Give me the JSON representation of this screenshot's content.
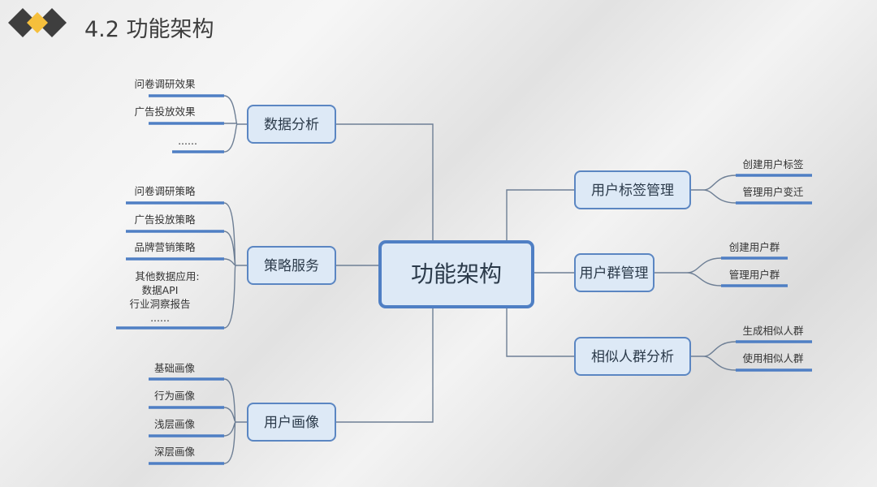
{
  "title": "4.2 功能架构",
  "center": "功能架构",
  "left": [
    {
      "label": "数据分析",
      "leaves": [
        "问卷调研效果",
        "广告投放效果",
        "......"
      ]
    },
    {
      "label": "策略服务",
      "leaves": [
        "问卷调研策略",
        "广告投放策略",
        "品牌营销策略"
      ],
      "multi": [
        "其他数据应用:",
        "数据API",
        "行业洞察报告",
        "......"
      ]
    },
    {
      "label": "用户画像",
      "leaves": [
        "基础画像",
        "行为画像",
        "浅层画像",
        "深层画像"
      ]
    }
  ],
  "right": [
    {
      "label": "用户标签管理",
      "leaves": [
        "创建用户标签",
        "管理用户变迁"
      ]
    },
    {
      "label": "用户群管理",
      "leaves": [
        "创建用户群",
        "管理用户群"
      ]
    },
    {
      "label": "相似人群分析",
      "leaves": [
        "生成相似人群",
        "使用相似人群"
      ]
    }
  ],
  "colors": {
    "accent": "#f5bf3c",
    "dark": "#3e3e3e",
    "node_fill": "#dde9f6",
    "node_border": "#5b86c2"
  }
}
